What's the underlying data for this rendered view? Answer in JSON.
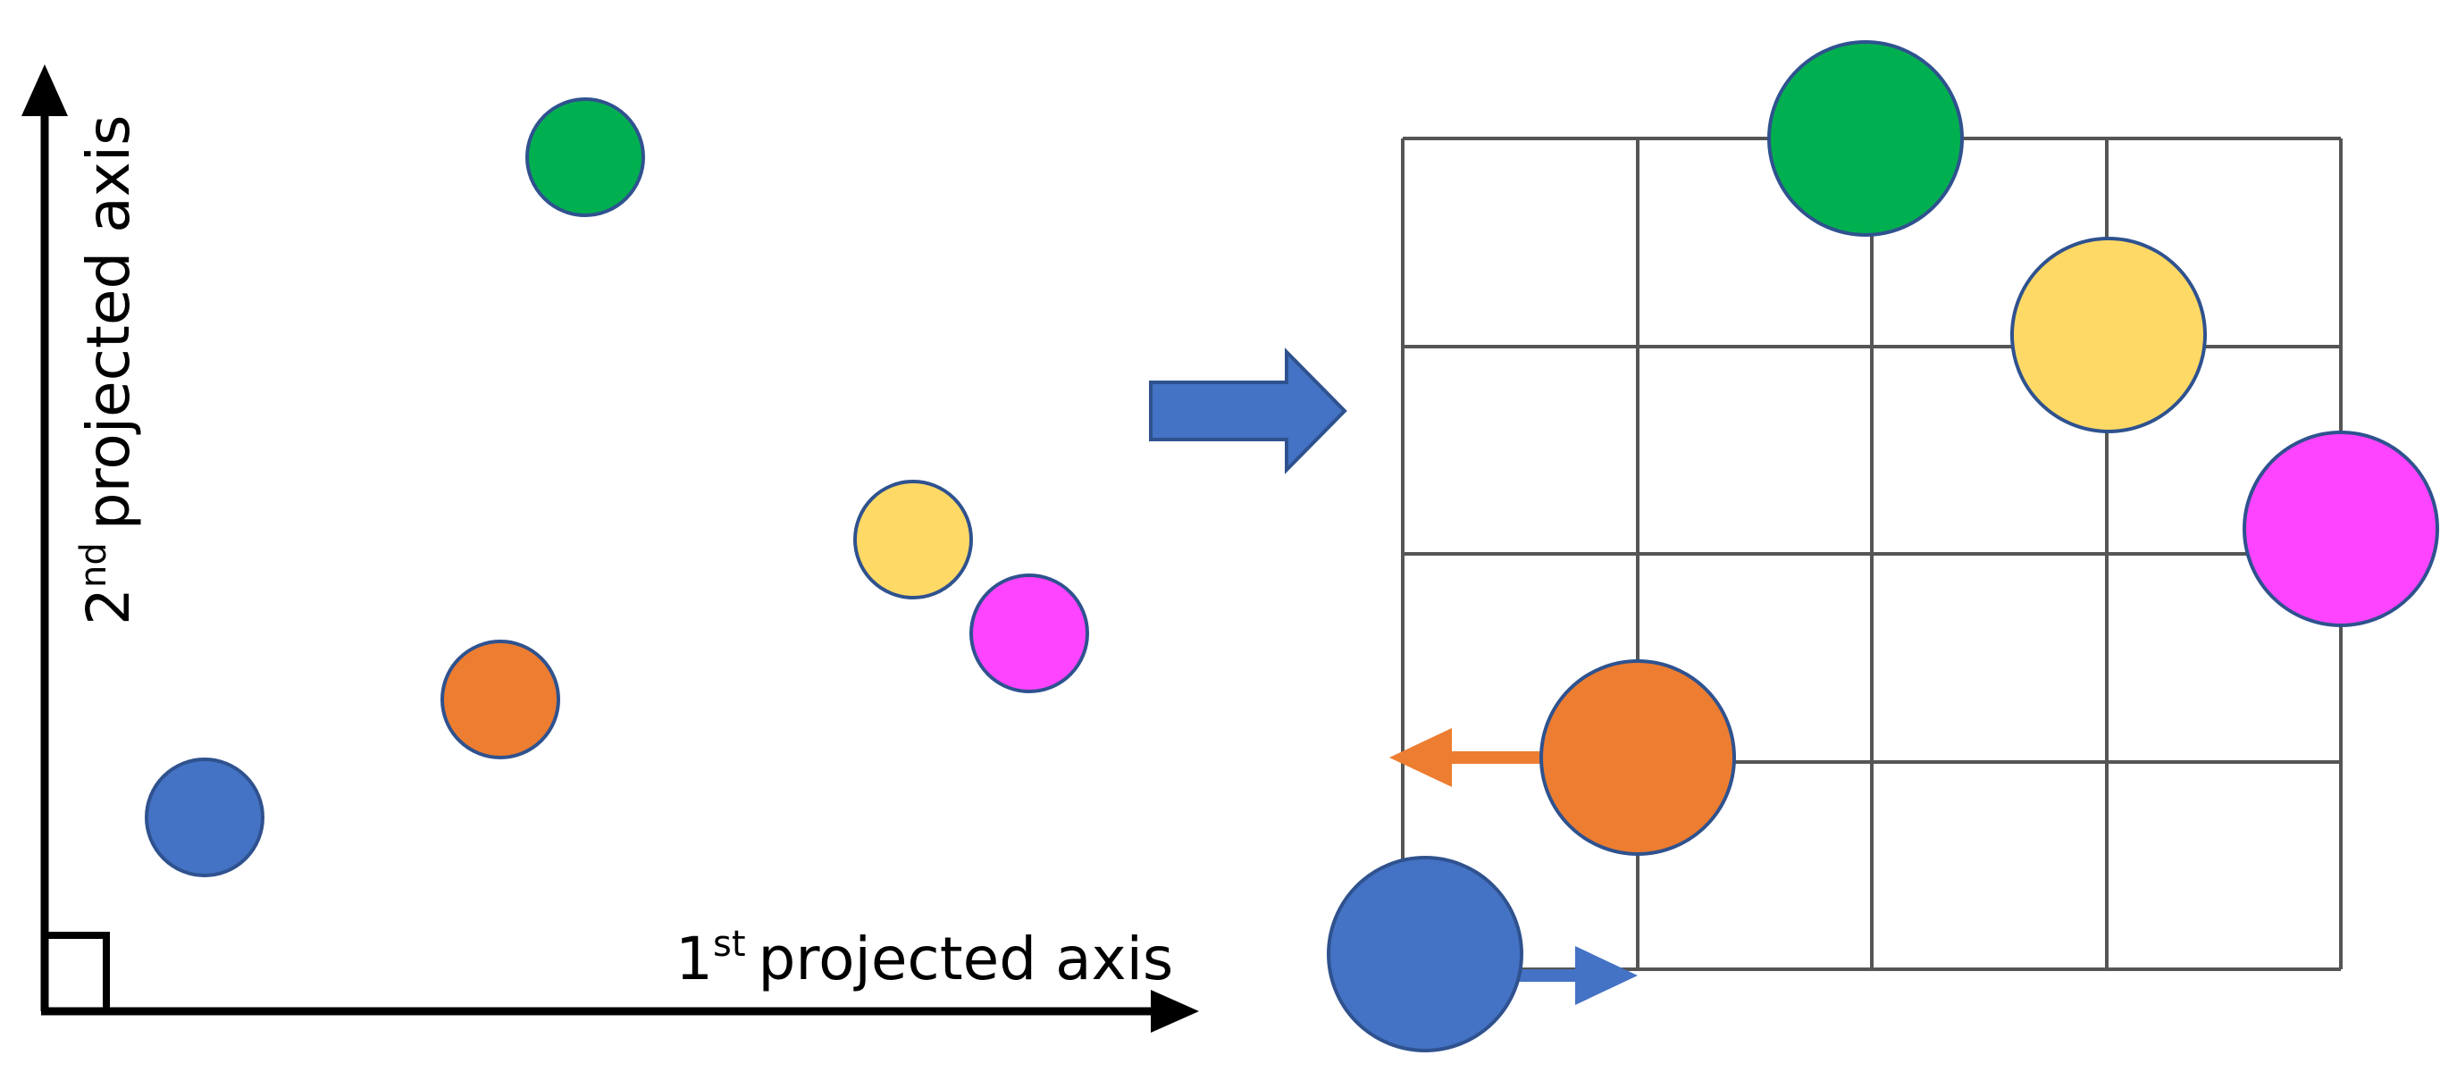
{
  "scatter_panel": {
    "x_axis_label": {
      "number": "1",
      "suffix": "st",
      "text": "projected axis"
    },
    "y_axis_label": {
      "number": "2",
      "suffix": "nd",
      "text": "projected axis"
    }
  },
  "grid_panel": {
    "rows": 4,
    "columns": 4
  },
  "colors": {
    "green": "#00B050",
    "yellow": "#FFD966",
    "magenta": "#FF44FF",
    "orange": "#ED7D31",
    "blue": "#4472C4",
    "circle_outline": "#2F528F",
    "grid_line": "#555555",
    "axis": "#000000"
  },
  "points": [
    {
      "name": "blue",
      "color": "#4472C4",
      "grid_position": "below-left corner",
      "shift": "right"
    },
    {
      "name": "orange",
      "color": "#ED7D31",
      "grid_position": "node",
      "shift": "left"
    },
    {
      "name": "yellow",
      "color": "#FFD966",
      "grid_position": "node",
      "shift": "none"
    },
    {
      "name": "magenta",
      "color": "#FF44FF",
      "grid_position": "right edge",
      "shift": "none"
    },
    {
      "name": "green",
      "color": "#00B050",
      "grid_position": "top edge",
      "shift": "none"
    }
  ],
  "icons": {
    "transform": "block-arrow-right-icon",
    "shift_left": "arrow-left-icon",
    "shift_right": "arrow-right-icon"
  }
}
